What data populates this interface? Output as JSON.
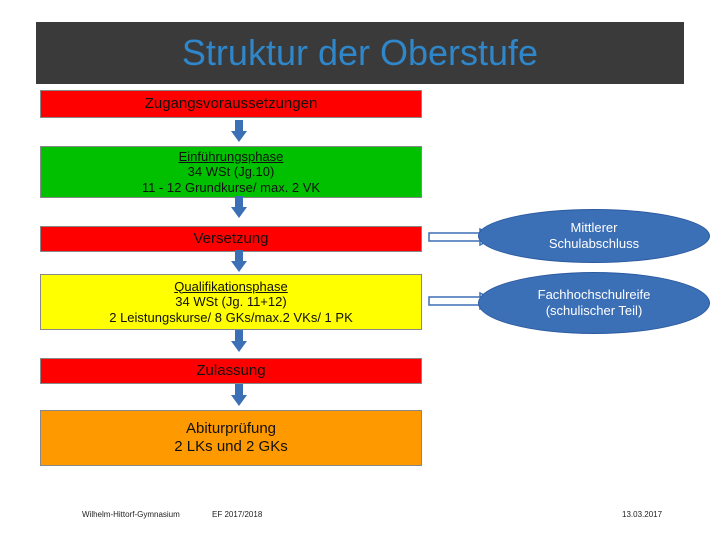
{
  "title": "Struktur der Oberstufe",
  "colors": {
    "title_bg": "#3a3a3a",
    "title_text": "#2f86c8",
    "red": "#ff0000",
    "green": "#00c000",
    "yellow": "#ffff00",
    "orange": "#ff9900",
    "ellipse": "#3b6fb6",
    "arrow": "#3b6fb6"
  },
  "boxes": {
    "zugang": {
      "line1": "Zugangsvoraussetzungen"
    },
    "einf": {
      "line1": "Einführungsphase",
      "line2": "34 WSt (Jg.10)",
      "line3": "11 - 12 Grundkurse/ max. 2 VK"
    },
    "versetzung": {
      "line1": "Versetzung"
    },
    "qual": {
      "line1": "Qualifikationsphase",
      "line2": "34 WSt (Jg. 11+12)",
      "line3": "2 Leistungskurse/ 8 GKs/max.2 VKs/ 1 PK"
    },
    "zulassung": {
      "line1": "Zulassung"
    },
    "abitur": {
      "line1": "Abiturprüfung",
      "line2": "2 LKs und 2 GKs"
    }
  },
  "ellipses": {
    "msa": {
      "line1": "Mittlerer",
      "line2": "Schulabschluss"
    },
    "fhr": {
      "line1": "Fachhochschulreife",
      "line2": "(schulischer Teil)"
    }
  },
  "footer": {
    "school": "Wilhelm-Hittorf-Gymnasium",
    "course": "EF 2017/2018",
    "date": "13.03.2017"
  }
}
